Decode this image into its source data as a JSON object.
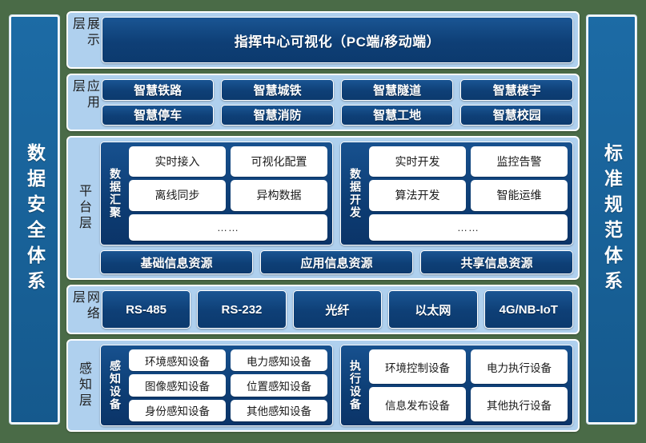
{
  "colors": {
    "page_background": "#4a6b47",
    "pillar_blue": "#1c6ba5",
    "layer_panel_blue": "#afd0ee",
    "box_dark_blue": "#0e3f76",
    "box_white": "#ffffff"
  },
  "left_pillar": {
    "label": "数据安全体系"
  },
  "right_pillar": {
    "label": "标准规范体系"
  },
  "layers": {
    "presentation": {
      "label": "展示层",
      "banner": "指挥中心可视化（PC端/移动端）"
    },
    "application": {
      "label": "应用层",
      "items": [
        "智慧铁路",
        "智慧城铁",
        "智慧隧道",
        "智慧楼宇",
        "智慧停车",
        "智慧消防",
        "智慧工地",
        "智慧校园"
      ]
    },
    "platform": {
      "label": "平台层",
      "groups": [
        {
          "label": "数据汇聚",
          "items": [
            "实时接入",
            "可视化配置",
            "离线同步",
            "异构数据"
          ],
          "more": "……"
        },
        {
          "label": "数据开发",
          "items": [
            "实时开发",
            "监控告警",
            "算法开发",
            "智能运维"
          ],
          "more": "……"
        }
      ],
      "resources": [
        "基础信息资源",
        "应用信息资源",
        "共享信息资源"
      ]
    },
    "network": {
      "label": "网络层",
      "items": [
        "RS-485",
        "RS-232",
        "光纤",
        "以太网",
        "4G/NB-IoT"
      ]
    },
    "perception": {
      "label": "感知层",
      "groups": [
        {
          "label": "感知设备",
          "items": [
            "环境感知设备",
            "电力感知设备",
            "图像感知设备",
            "位置感知设备",
            "身份感知设备",
            "其他感知设备"
          ]
        },
        {
          "label": "执行设备",
          "items": [
            "环境控制设备",
            "电力执行设备",
            "信息发布设备",
            "其他执行设备"
          ]
        }
      ]
    }
  }
}
